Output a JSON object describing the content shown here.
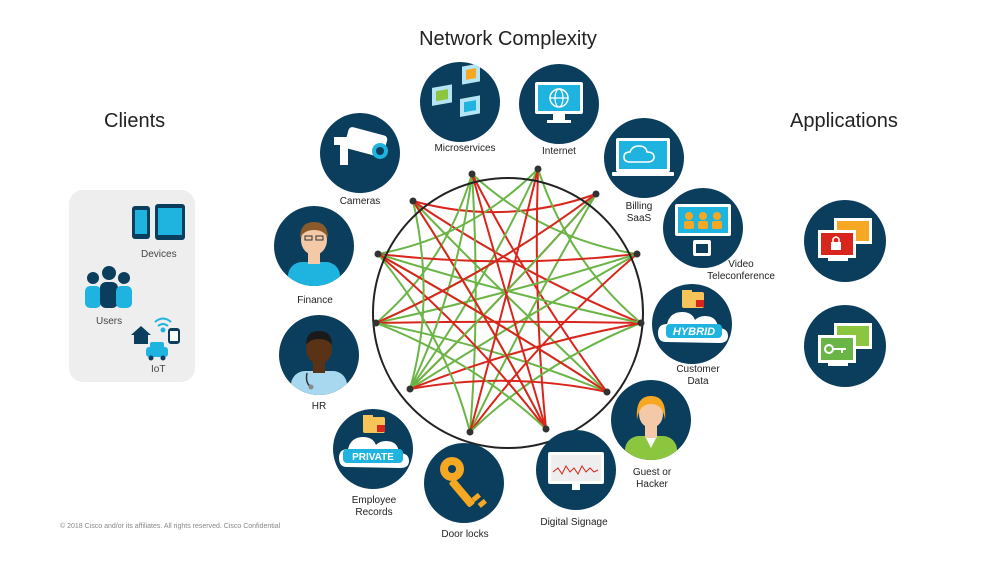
{
  "title": "Network Complexity",
  "sections": {
    "clients": "Clients",
    "applications": "Applications"
  },
  "clients": {
    "devices": "Devices",
    "users": "Users",
    "iot": "IoT"
  },
  "nodes": {
    "microservices": "Microservices",
    "internet": "Internet",
    "cameras": "Cameras",
    "billing": "Billing\nSaaS",
    "finance": "Finance",
    "video": "Video\nTeleconference",
    "customer_data": "Customer\nData",
    "hr": "HR",
    "guest": "Guest or\nHacker",
    "employee_records": "Employee\nRecords",
    "digital_signage": "Digital Signage",
    "door_locks": "Door locks",
    "hybrid_badge": "HYBRID",
    "private_badge": "PRIVATE"
  },
  "footer": "© 2018  Cisco and/or its affiliates. All rights reserved.   Cisco Confidential",
  "colors": {
    "navy": "#0b3d5c",
    "cyan": "#1fb3e0",
    "red_link": "#d9261c",
    "green_link": "#6ab546",
    "panel": "#eeeeee"
  }
}
